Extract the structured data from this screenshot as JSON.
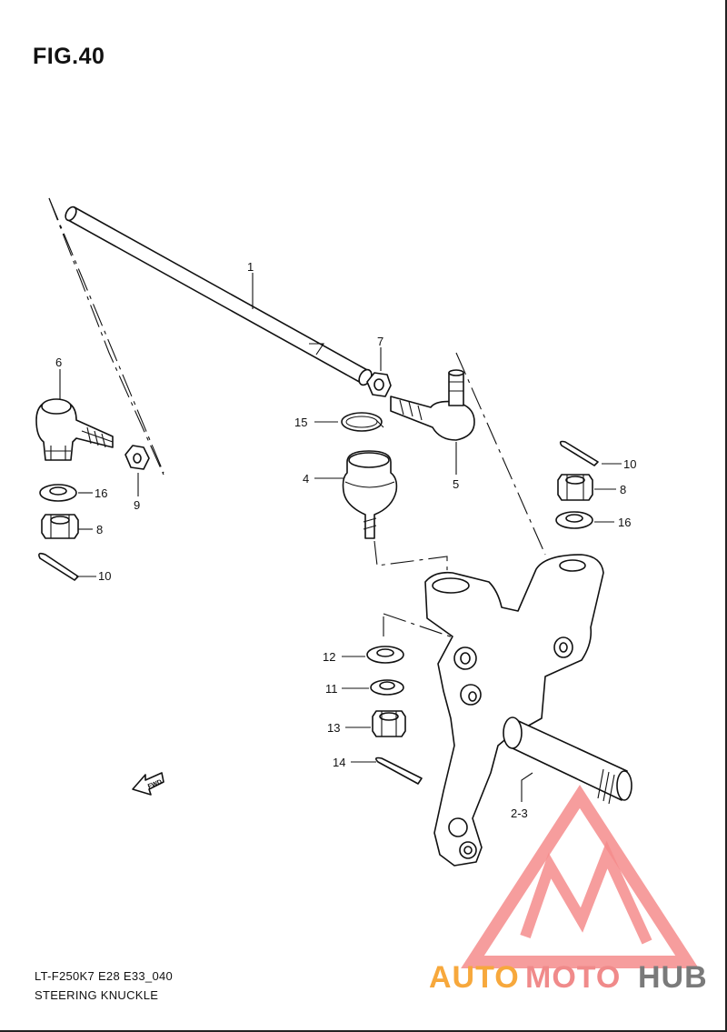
{
  "figure": {
    "title": "FIG.40"
  },
  "footer": {
    "model_code": "LT-F250K7 E28 E33_040",
    "section_title": "STEERING KNUCKLE"
  },
  "callouts": {
    "c1": "1",
    "c2_3": "2-3",
    "c4": "4",
    "c5": "5",
    "c6": "6",
    "c7": "7",
    "c8_left": "8",
    "c8_right": "8",
    "c9": "9",
    "c10_left": "10",
    "c10_right": "10",
    "c11": "11",
    "c12": "12",
    "c13": "13",
    "c14": "14",
    "c15": "15",
    "c16_left": "16",
    "c16_right": "16"
  },
  "fwd_arrow": {
    "label": "FWD"
  },
  "watermark": {
    "text_part_1": "AUTO",
    "text_part_2": "MOTO",
    "text_part_3": "HUB",
    "colors": {
      "auto": "#f7a83c",
      "moto": "#f08a8a",
      "hub": "#7a7a7a",
      "triangle": "#f58c8c"
    }
  }
}
